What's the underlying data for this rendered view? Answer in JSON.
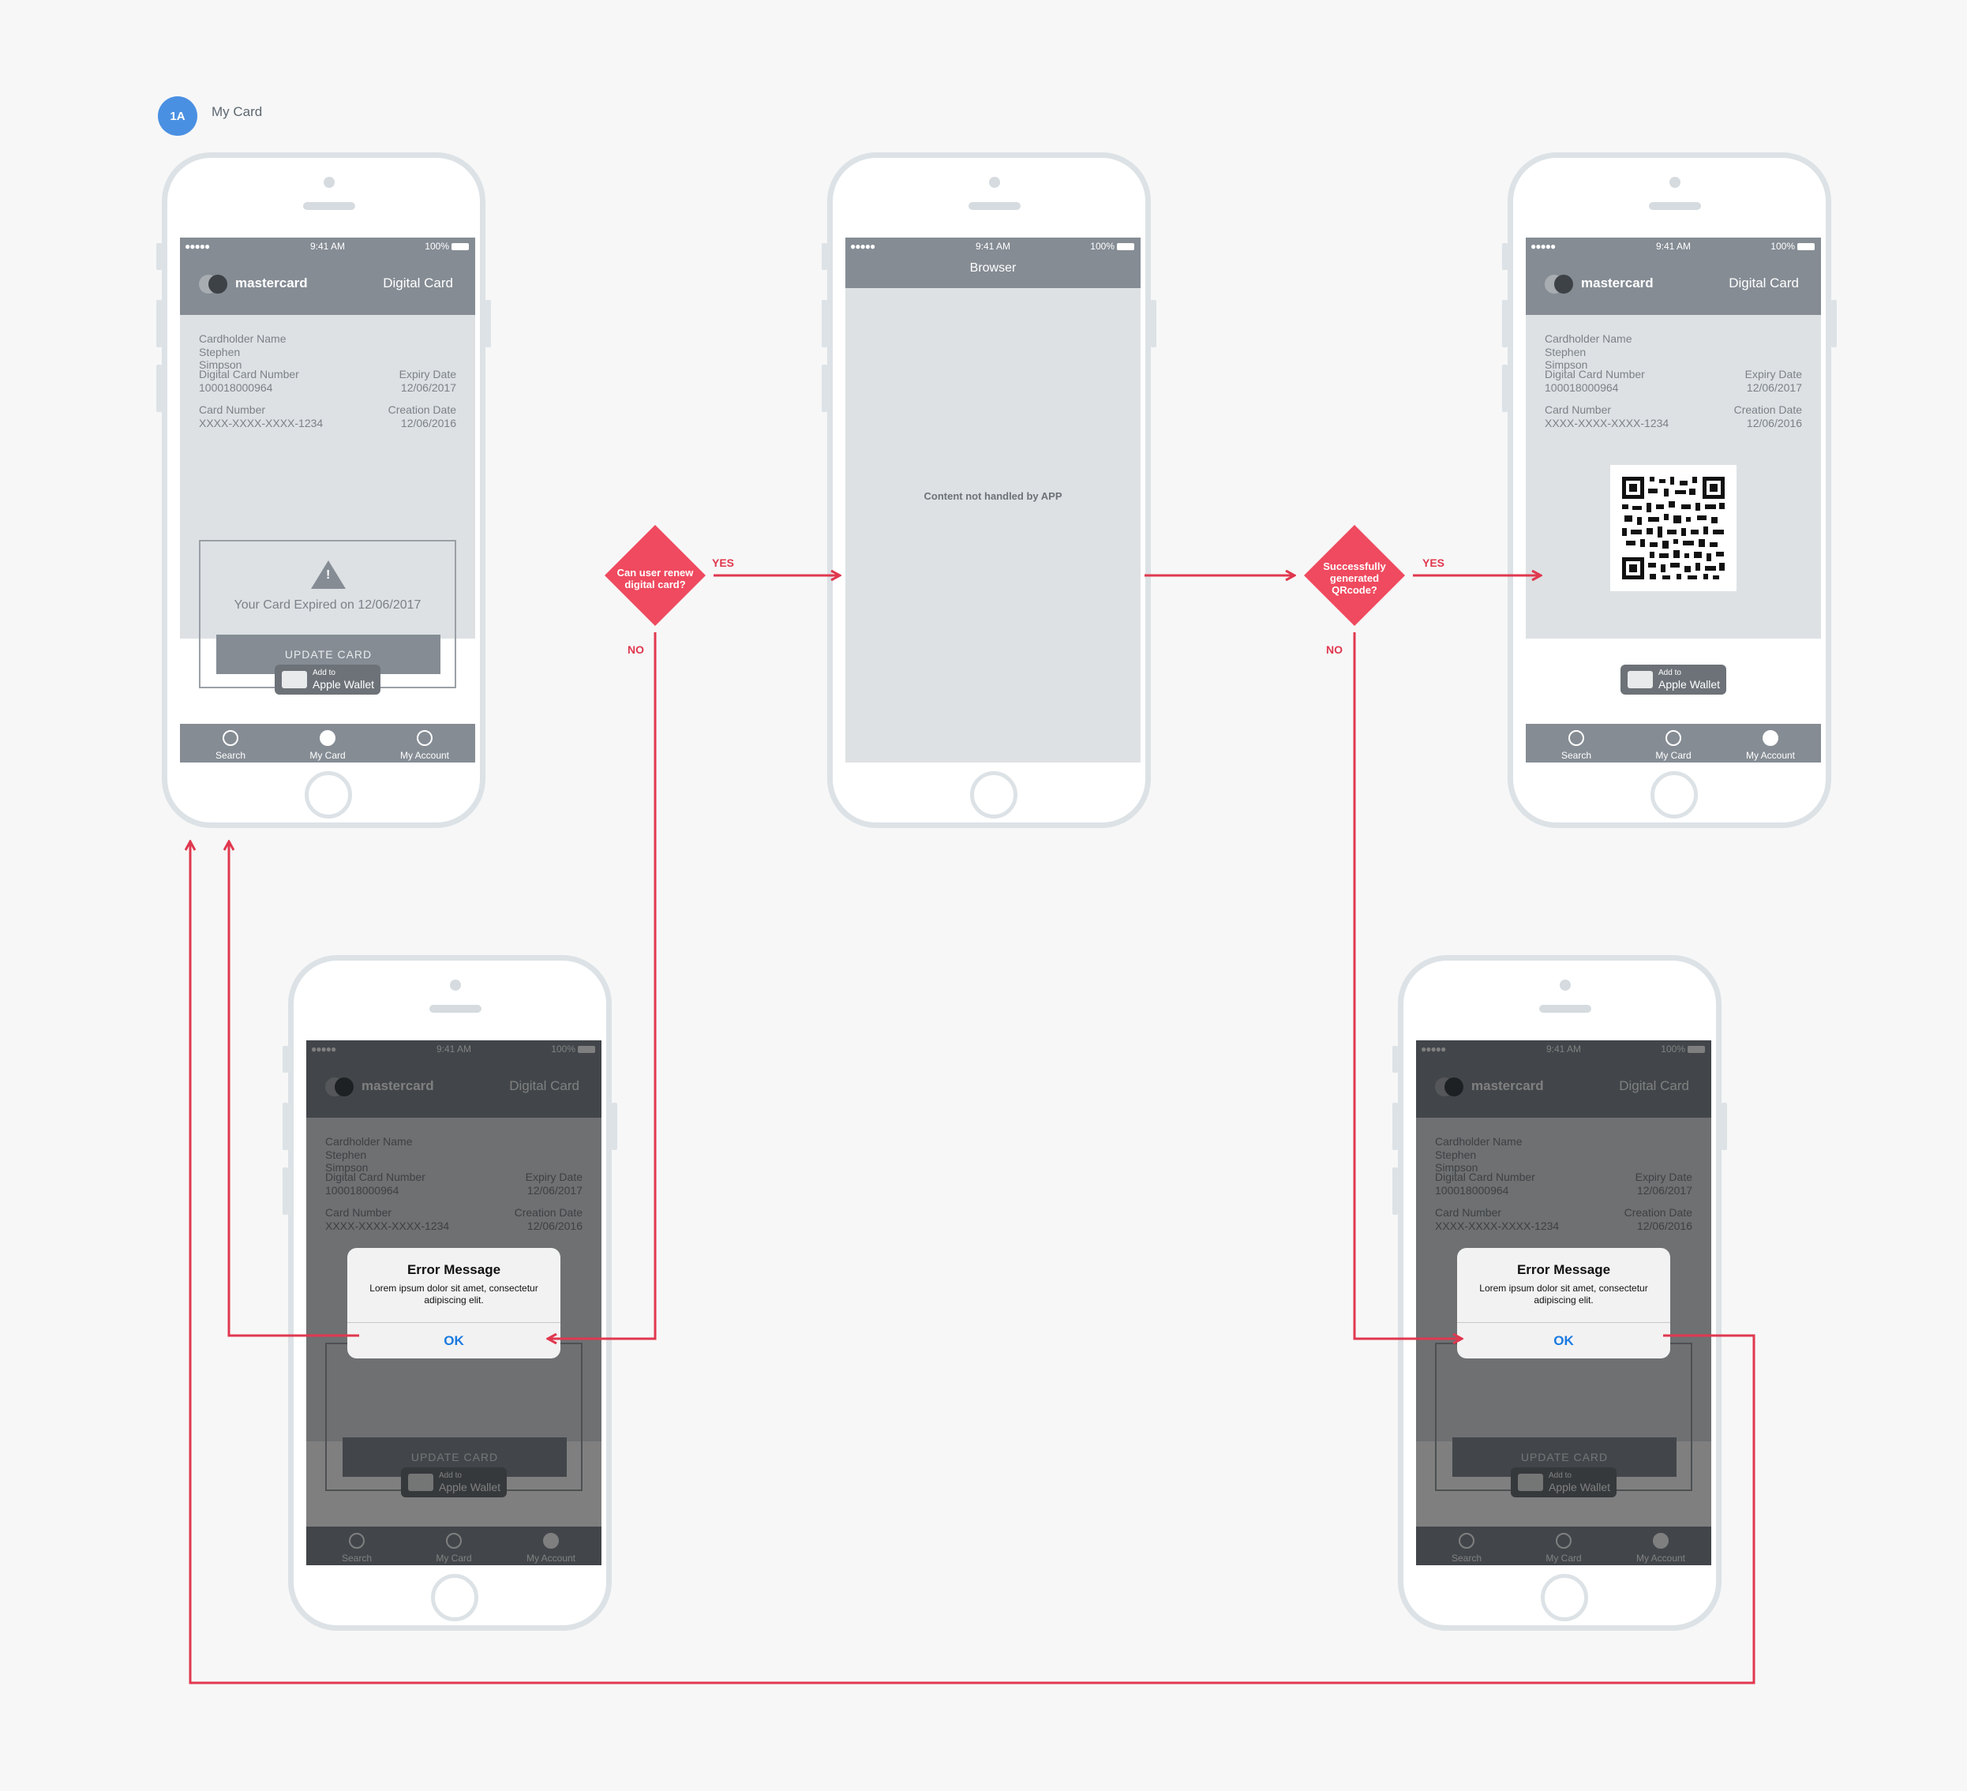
{
  "header": {
    "badge": "1A",
    "title": "My Card"
  },
  "status": {
    "signal": "●●●●● ",
    "time": "9:41 AM",
    "battery": "100%"
  },
  "card": {
    "brand": "mastercard",
    "screen_title": "Digital Card",
    "holder_label": "Cardholder Name",
    "holder_value": "Stephen Simpson",
    "digital_number_label": "Digital Card Number",
    "digital_number_value": "100018000964",
    "expiry_label": "Expiry Date",
    "expiry_value": "12/06/2017",
    "card_number_label": "Card Number",
    "card_number_value": "XXXX-XXXX-XXXX-1234",
    "creation_label": "Creation Date",
    "creation_value": "12/06/2016",
    "expired_message": "Your Card Expired on 12/06/2017",
    "update_button": "UPDATE CARD",
    "wallet_small": "Add to",
    "wallet_big": "Apple Wallet"
  },
  "tabs": [
    "Search",
    "My Card",
    "My Account"
  ],
  "browser": {
    "title": "Browser",
    "body_text": "Content not handled by APP"
  },
  "decisions": {
    "renew": "Can user renew digital card?",
    "qr": "Successfully generated QRcode?",
    "yes": "YES",
    "no": "NO"
  },
  "alert": {
    "title": "Error Message",
    "message": "Lorem ipsum dolor sit amet, consectetur adipiscing elit.",
    "ok": "OK"
  },
  "colors": {
    "accent": "#e0384f",
    "badge": "#4a90e2",
    "wire": "#858c94"
  }
}
